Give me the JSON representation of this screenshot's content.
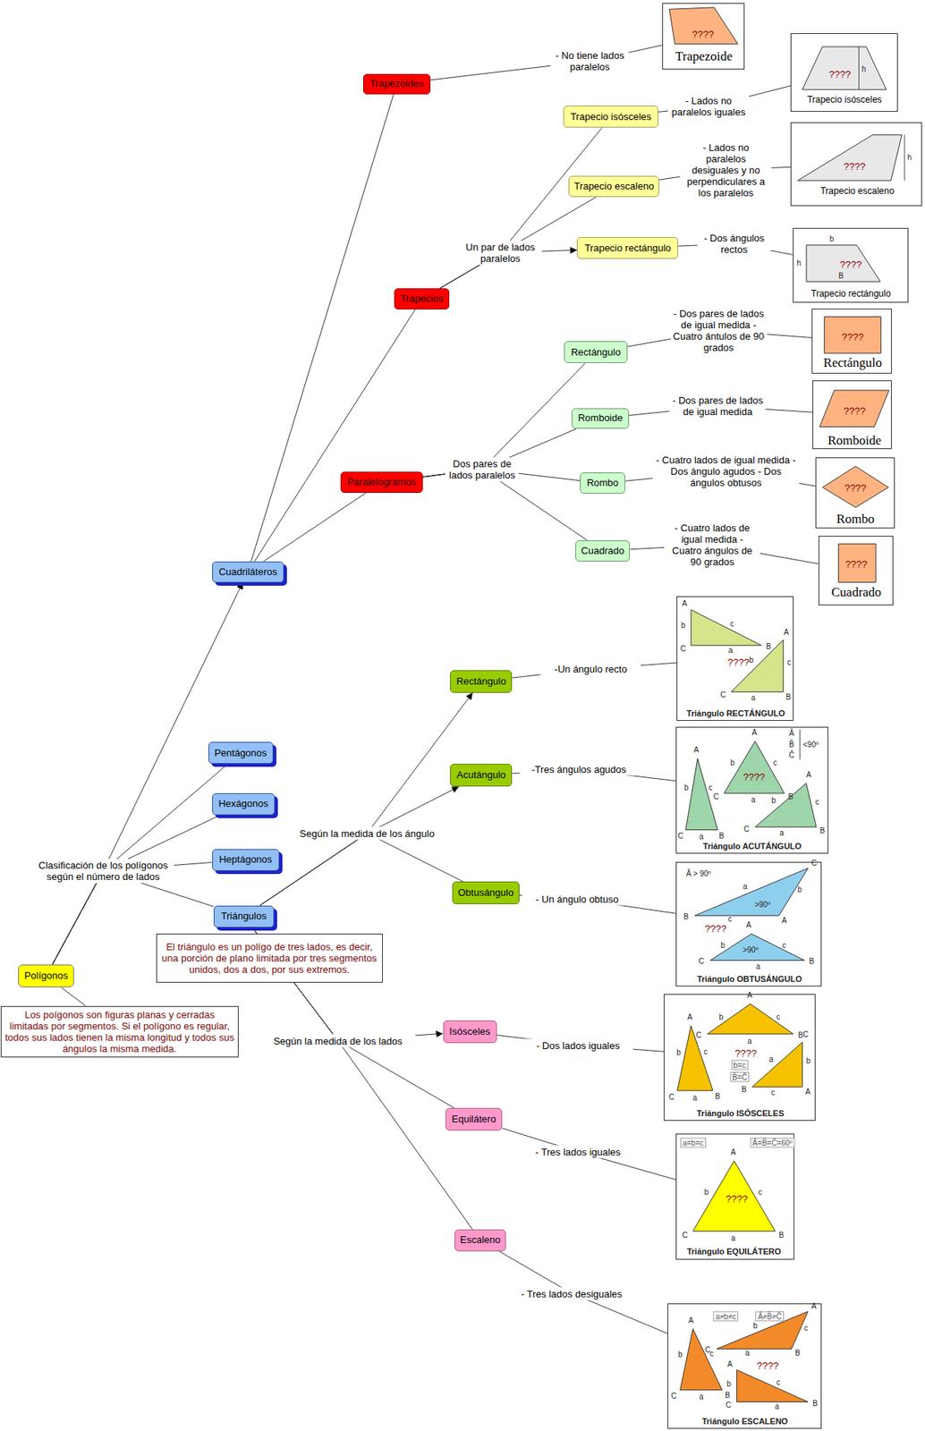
{
  "diagram": {
    "nodes": [
      {
        "text": [
          "Polígonos"
        ]
      },
      {
        "text": [
          "Los poígonos son figuras planas y cerradas limitadas por segmentos. Si el polígono es regular, todos sus lados tienen la misma longitud y todos sus ángulos la misma medida."
        ]
      },
      {
        "text": [
          "Cuadriláteros"
        ]
      },
      {
        "text": [
          "Pentágonos"
        ]
      },
      {
        "text": [
          "Hexágonos"
        ]
      },
      {
        "text": [
          "Heptágonos"
        ]
      },
      {
        "text": [
          "Triángulos"
        ]
      },
      {
        "text": [
          "El triángulo es un polígo de tres lados, es decir, una porción de plano limitada por tres segmentos unidos, dos a dos, por sus extremos."
        ]
      },
      {
        "text": [
          "Trapezoides"
        ]
      },
      {
        "text": [
          "Trapecios"
        ]
      },
      {
        "text": [
          "Paralelogramos"
        ]
      },
      {
        "text": [
          "Trapecio isósceles"
        ]
      },
      {
        "text": [
          "Trapecio escaleno"
        ]
      },
      {
        "text": [
          "Trapecio rectángulo"
        ]
      },
      {
        "text": [
          "Rectángulo"
        ]
      },
      {
        "text": [
          "Romboide"
        ]
      },
      {
        "text": [
          "Rombo"
        ]
      },
      {
        "text": [
          "Cuadrado"
        ]
      },
      {
        "text": [
          "Rectángulo"
        ]
      },
      {
        "text": [
          "Acutángulo"
        ]
      },
      {
        "text": [
          "Obtusángulo"
        ]
      },
      {
        "text": [
          "Isósceles"
        ]
      },
      {
        "text": [
          "Equilátero"
        ]
      },
      {
        "text": [
          "Escaleno"
        ]
      },
      {
        "text": [
          "????",
          "Trapezoide"
        ]
      },
      {
        "text": [
          "????",
          "Trapecio isósceles"
        ]
      },
      {
        "text": [
          "????",
          "Trapecio escaleno"
        ]
      },
      {
        "text": [
          "????",
          "Trapecio rectángulo"
        ]
      },
      {
        "text": [
          "????",
          "Rectángulo"
        ]
      },
      {
        "text": [
          "????",
          "Romboide"
        ]
      },
      {
        "text": [
          "????",
          "Rombo"
        ]
      },
      {
        "text": [
          "????",
          "Cuadrado"
        ]
      },
      {
        "text": [
          "????",
          "Triángulo RECTÁNGULO"
        ]
      },
      {
        "text": [
          "????",
          "Triángulo ACUTÁNGULO"
        ]
      },
      {
        "text": [
          "????",
          "Triángulo OBTUSÁNGULO"
        ]
      },
      {
        "text": [
          "????",
          "Triángulo ISÓSCELES"
        ]
      },
      {
        "text": [
          "????",
          "Triángulo EQUILÁTERO"
        ]
      },
      {
        "text": [
          "????",
          "Triángulo ESCALENO"
        ]
      }
    ],
    "edges": [
      {
        "from": 0,
        "to": 1,
        "arrow": "none"
      },
      {
        "from": 0,
        "to": 2,
        "arrow": "to",
        "label": "Clasificación de los polígonos según el número de lados"
      },
      {
        "from": 0,
        "to": 3,
        "arrow": "none"
      },
      {
        "from": 0,
        "to": 4,
        "arrow": "none"
      },
      {
        "from": 0,
        "to": 5,
        "arrow": "none"
      },
      {
        "from": 0,
        "to": 6,
        "arrow": "none"
      },
      {
        "from": 2,
        "to": 8,
        "arrow": "none"
      },
      {
        "from": 2,
        "to": 9,
        "arrow": "none"
      },
      {
        "from": 2,
        "to": 10,
        "arrow": "none"
      },
      {
        "from": 8,
        "to": 24,
        "arrow": "none",
        "label": "- No tiene lados paralelos"
      },
      {
        "from": 9,
        "to": 13,
        "arrow": "to",
        "label": "Un par de lados paralelos"
      },
      {
        "from": 9,
        "to": 11,
        "arrow": "none"
      },
      {
        "from": 9,
        "to": 12,
        "arrow": "none"
      },
      {
        "from": 10,
        "to": 14,
        "arrow": "none",
        "label": "Dos pares de lados paralelos"
      },
      {
        "from": 10,
        "to": 15,
        "arrow": "none"
      },
      {
        "from": 10,
        "to": 16,
        "arrow": "none"
      },
      {
        "from": 10,
        "to": 17,
        "arrow": "none"
      },
      {
        "from": 11,
        "to": 25,
        "arrow": "none",
        "label": "- Lados no paralelos iguales"
      },
      {
        "from": 12,
        "to": 26,
        "arrow": "none",
        "label": "- Lados no paralelos desiguales y no perpendiculares a los paralelos"
      },
      {
        "from": 13,
        "to": 27,
        "arrow": "none",
        "label": "- Dos ángulos rectos"
      },
      {
        "from": 14,
        "to": 28,
        "arrow": "none",
        "label": "- Dos pares de lados de igual medida - Cuatro ántulos de 90 grados"
      },
      {
        "from": 15,
        "to": 29,
        "arrow": "none",
        "label": "- Dos pares de lados de igual medida"
      },
      {
        "from": 16,
        "to": 30,
        "arrow": "none",
        "label": "- Cuatro lados de igual medida - Dos ángulo agudos - Dos ángulos obtusos"
      },
      {
        "from": 17,
        "to": 31,
        "arrow": "none",
        "label": "- Cuatro lados de igual medida - Cuatro ángulos de 90 grados"
      },
      {
        "from": 6,
        "to": 18,
        "arrow": "to",
        "label": "Según la medida de los ángulo"
      },
      {
        "from": 6,
        "to": 19,
        "arrow": "to"
      },
      {
        "from": 6,
        "to": 20,
        "arrow": "none"
      },
      {
        "from": 6,
        "to": 21,
        "arrow": "to",
        "label": "Según la medida de los lados"
      },
      {
        "from": 6,
        "to": 22,
        "arrow": "none"
      },
      {
        "from": 6,
        "to": 23,
        "arrow": "none"
      },
      {
        "from": 18,
        "to": 32,
        "arrow": "none",
        "label": "-Un ángulo recto"
      },
      {
        "from": 19,
        "to": 33,
        "arrow": "none",
        "label": "-Tres ángulos agudos"
      },
      {
        "from": 20,
        "to": 34,
        "arrow": "none",
        "label": "- Un ángulo obtuso"
      },
      {
        "from": 21,
        "to": 35,
        "arrow": "none",
        "label": "- Dos lados iguales"
      },
      {
        "from": 22,
        "to": 36,
        "arrow": "none",
        "label": "- Tres lados iguales"
      },
      {
        "from": 23,
        "to": 37,
        "arrow": "none",
        "label": "- Tres lados desiguales"
      }
    ],
    "labels": [
      "h",
      "h",
      "b",
      "h",
      "B",
      "Â",
      "B̂",
      "Ĉ",
      "<90º",
      "Â > 90º",
      ">90º",
      ">90º",
      "b=c",
      "B̂=Ĉ",
      "a=b=c",
      "Â=B̂=Ĉ=60º",
      "a≠b≠c",
      "Â≠B̂≠Ĉ",
      "A",
      "B",
      "C",
      "a",
      "b",
      "c",
      "A",
      "B",
      "C",
      "a",
      "b",
      "c",
      "A",
      "B",
      "C",
      "a",
      "b",
      "c",
      "A",
      "B",
      "C",
      "a",
      "b",
      "c",
      "A",
      "B",
      "C",
      "a",
      "b",
      "c",
      "A",
      "B",
      "C",
      "a",
      "b",
      "c",
      "A",
      "B",
      "C",
      "a",
      "b",
      "c",
      "A",
      "B",
      "C",
      "a",
      "b",
      "c",
      "A",
      "B",
      "C",
      "a",
      "b",
      "c",
      "A",
      "B",
      "C",
      "a",
      "b",
      "c",
      "A",
      "B",
      "C",
      "a",
      "b",
      "c",
      "A",
      "B",
      "C",
      "a",
      "b",
      "c",
      "A",
      "B",
      "C",
      "a",
      "b",
      "c",
      "A",
      "B",
      "C",
      "a",
      "b",
      "c"
    ]
  }
}
